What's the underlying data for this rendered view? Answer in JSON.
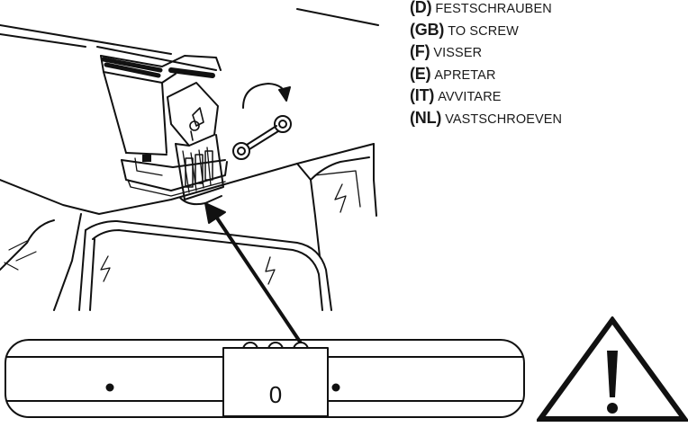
{
  "instructions": [
    {
      "code": "(D)",
      "text": "FESTSCHRAUBEN"
    },
    {
      "code": "(GB)",
      "text": "TO SCREW"
    },
    {
      "code": "(F)",
      "text": "VISSER"
    },
    {
      "code": "(E)",
      "text": "APRETAR"
    },
    {
      "code": "(IT)",
      "text": "AVVITARE"
    },
    {
      "code": "(NL)",
      "text": "VASTSCHROEVEN"
    }
  ],
  "detail": {
    "bolt_label": "0"
  },
  "icons": {
    "warning": "warning-triangle-icon",
    "rotate": "rotate-arrow-icon",
    "wrench": "wrench-icon"
  },
  "colors": {
    "ink": "#111111",
    "paper": "#ffffff"
  }
}
